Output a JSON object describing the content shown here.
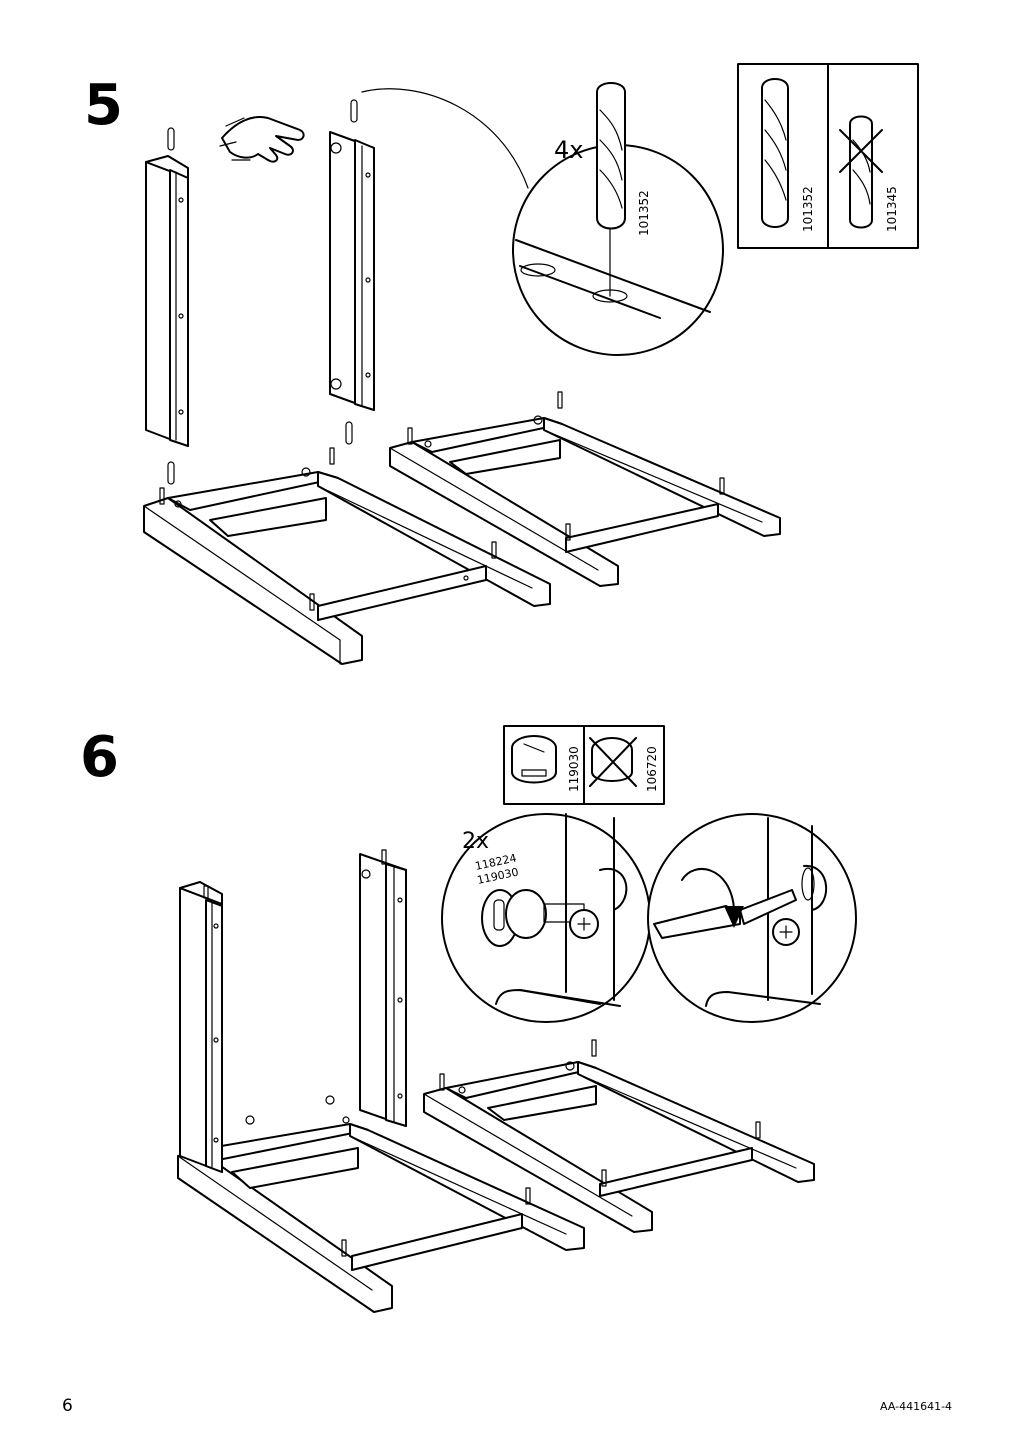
{
  "page": {
    "number": "6",
    "doc_id": "AA-441641-4"
  },
  "step5": {
    "number": "5",
    "callout": {
      "quantity": "4x",
      "part": "101352"
    },
    "legend": {
      "correct_part": "101352",
      "wrong_part": "101345"
    }
  },
  "step6": {
    "number": "6",
    "legend": {
      "correct_part": "119030",
      "wrong_part": "106720"
    },
    "callout": {
      "quantity": "2x",
      "part_a": "118224",
      "part_b": "119030"
    }
  },
  "icons": [
    "hand-pointing-icon",
    "dowel-icon",
    "cam-lock-icon",
    "screwdriver-icon",
    "rotate-arrow-icon",
    "cross-out-icon"
  ]
}
